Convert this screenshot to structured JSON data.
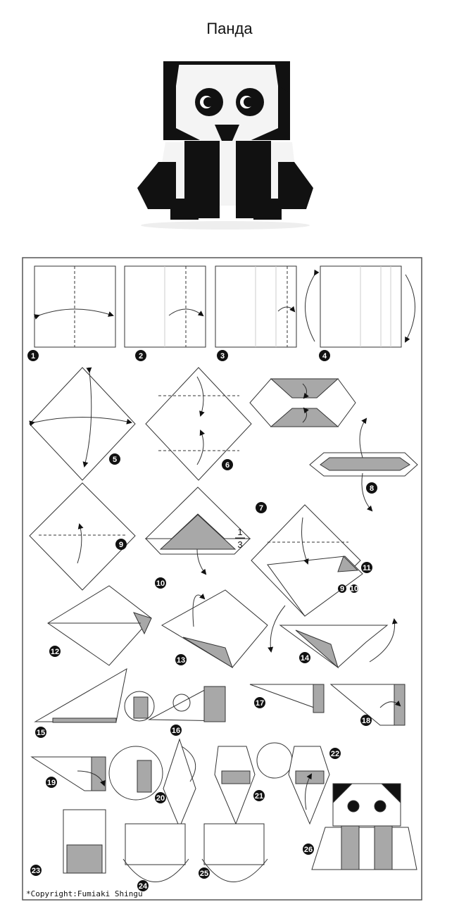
{
  "title": "Панда",
  "fraction": {
    "numerator": "1",
    "denominator": "3"
  },
  "repeat_hint": {
    "from": "9",
    "to": "10"
  },
  "steps": [
    "1",
    "2",
    "3",
    "4",
    "5",
    "6",
    "7",
    "8",
    "9",
    "10",
    "11",
    "12",
    "13",
    "14",
    "15",
    "16",
    "17",
    "18",
    "19",
    "20",
    "21",
    "22",
    "23",
    "24",
    "25",
    "26"
  ],
  "copyright": "*Copyright:Fumiaki Shingu",
  "colors": {
    "paper": "#ffffff",
    "shade": "#a8a8a8",
    "ink": "#111111"
  }
}
